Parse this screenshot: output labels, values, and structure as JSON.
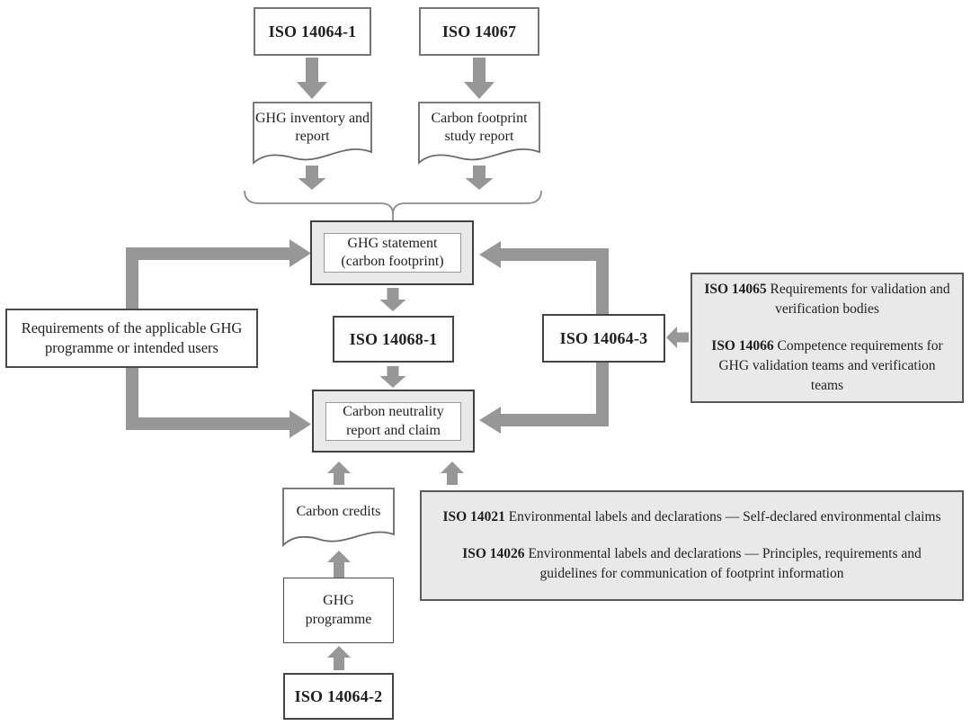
{
  "nodes": {
    "iso_14064_1": {
      "label": "ISO 14064-1"
    },
    "iso_14067": {
      "label": "ISO 14067"
    },
    "ghg_inventory_doc": {
      "label": "GHG inventory and report"
    },
    "carbon_footprint_doc": {
      "label": "Carbon footprint study report"
    },
    "ghg_statement": {
      "label": "GHG statement (carbon footprint)"
    },
    "iso_14068_1": {
      "label": "ISO 14068-1"
    },
    "carbon_neutrality": {
      "label": "Carbon neutrality report and claim"
    },
    "requirements": {
      "label": "Requirements of the applicable GHG programme or intended users"
    },
    "iso_14064_3": {
      "label": "ISO 14064-3"
    },
    "carbon_credits_doc": {
      "label": "Carbon credits"
    },
    "ghg_programme": {
      "label": "GHG programme"
    },
    "iso_14064_2": {
      "label": "ISO 14064-2"
    }
  },
  "panels": {
    "validation": {
      "items": [
        {
          "code": "ISO 14065",
          "text": " Requirements for validation and verification bodies"
        },
        {
          "code": "ISO 14066",
          "text": " Competence requirements for GHG validation teams and verification teams"
        }
      ]
    },
    "labels": {
      "items": [
        {
          "code": "ISO 14021",
          "text": " Environmental labels and declarations — Self-declared environmental claims"
        },
        {
          "code": "ISO 14026",
          "text": " Environmental labels and declarations — Principles, requirements and guidelines for communication of footprint information"
        }
      ]
    }
  },
  "colors": {
    "arrow": "#979797",
    "panel_fill": "#e9e9e9",
    "box_fill": "#ffffff",
    "border_dark": "#404040",
    "border_mid": "#757575",
    "text": "#1f1f1f"
  }
}
